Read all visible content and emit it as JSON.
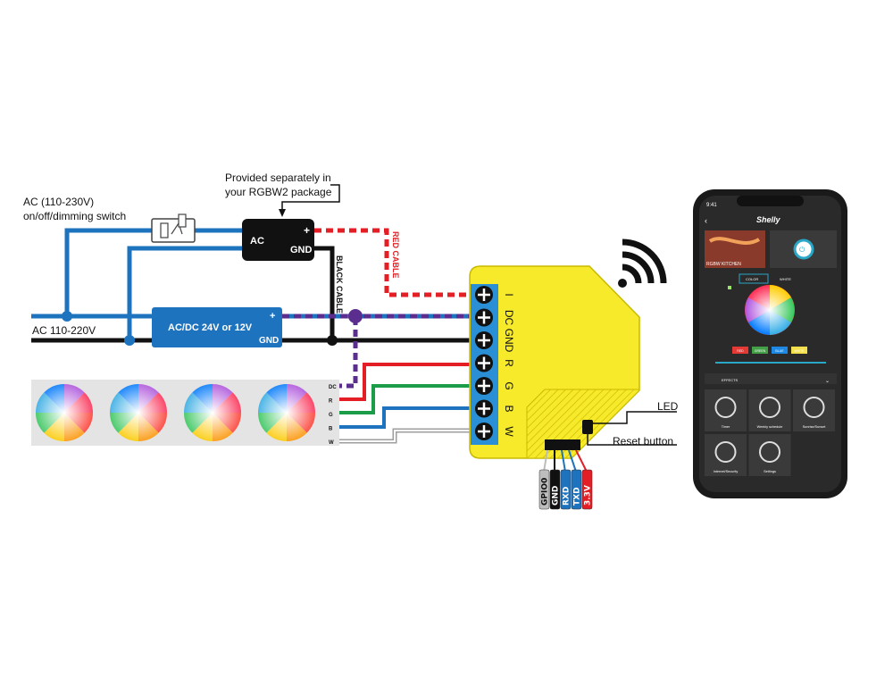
{
  "labels": {
    "ac_switch": "AC (110-230V)",
    "ac_switch_line2": "on/off/dimming switch",
    "provided_line1": "Provided separately in",
    "provided_line2": "your RGBW2 package",
    "ac_mains": "AC 110-220V",
    "red_cable": "RED CABLE",
    "black_cable": "BLACK CABLE",
    "led": "LED",
    "reset": "Reset button"
  },
  "adapter": {
    "ac": "AC",
    "plus": "+",
    "gnd": "GND"
  },
  "psu": {
    "label": "AC/DC 24V or 12V",
    "plus": "+",
    "gnd": "GND"
  },
  "strip_pins": [
    "DC",
    "R",
    "G",
    "B",
    "W"
  ],
  "terminals": [
    "I",
    "DC",
    "GND",
    "R",
    "G",
    "B",
    "W"
  ],
  "debug_pins": [
    {
      "label": "GPIO0",
      "color": "#bdbdbd",
      "text": "#111111"
    },
    {
      "label": "GND",
      "color": "#111111",
      "text": "#ffffff"
    },
    {
      "label": "RXD",
      "color": "#1e73be",
      "text": "#ffffff"
    },
    {
      "label": "TXD",
      "color": "#1e73be",
      "text": "#ffffff"
    },
    {
      "label": "3.3V",
      "color": "#e31e24",
      "text": "#ffffff"
    }
  ],
  "phone": {
    "time": "9:41",
    "brand": "Shelly",
    "device": "RGBW KITCHEN",
    "tabs": [
      "COLOR",
      "WHITE"
    ],
    "colors": [
      {
        "label": "RED",
        "color": "#e53935"
      },
      {
        "label": "GREEN",
        "color": "#43a047"
      },
      {
        "label": "BLUE",
        "color": "#1e88e5"
      },
      {
        "label": "WHITE",
        "color": "#f4e04d"
      }
    ],
    "effects": "EFFECTS",
    "tiles": [
      "Timer",
      "Weekly schedule",
      "Sunrise/Sunset",
      "Internet/Security",
      "Settings"
    ]
  },
  "colors": {
    "wire_blue": "#1e73be",
    "wire_red": "#e31e24",
    "wire_green": "#1a9c48",
    "wire_purple": "#5b2d8e",
    "device_yellow": "#f7ea2a",
    "terminal_blue": "#2b8fd6",
    "black": "#111111"
  }
}
